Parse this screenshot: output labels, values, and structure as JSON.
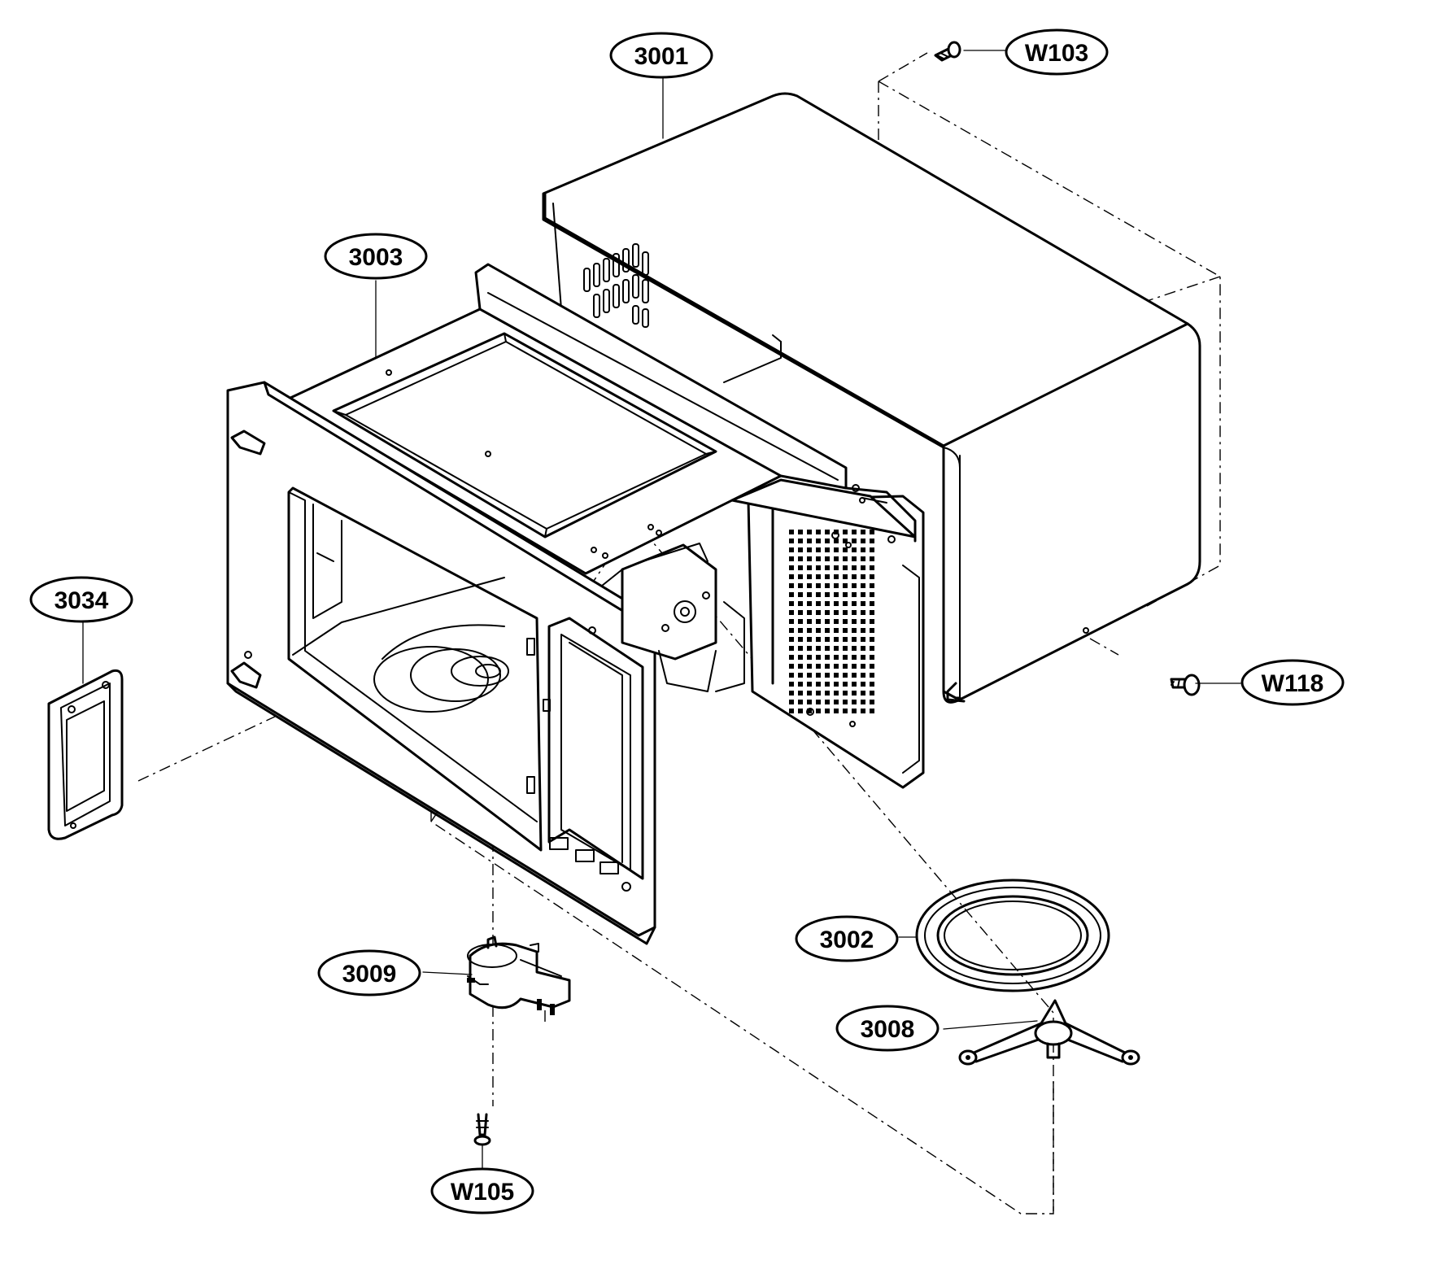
{
  "callouts": [
    {
      "id": "3001",
      "label": "3001"
    },
    {
      "id": "W103",
      "label": "W103"
    },
    {
      "id": "3003",
      "label": "3003"
    },
    {
      "id": "3034",
      "label": "3034"
    },
    {
      "id": "W118",
      "label": "W118"
    },
    {
      "id": "3002",
      "label": "3002"
    },
    {
      "id": "3008",
      "label": "3008"
    },
    {
      "id": "3009",
      "label": "3009"
    },
    {
      "id": "W105",
      "label": "W105"
    }
  ],
  "parts": [
    {
      "id": "3001",
      "name": "outer-case-cabinet"
    },
    {
      "id": "3003",
      "name": "oven-cavity-assembly"
    },
    {
      "id": "3034",
      "name": "waveguide-cover"
    },
    {
      "id": "3002",
      "name": "turntable-glass-tray"
    },
    {
      "id": "3008",
      "name": "roller-guide-support"
    },
    {
      "id": "3009",
      "name": "turntable-drive-motor"
    },
    {
      "id": "W103",
      "name": "screw"
    },
    {
      "id": "W118",
      "name": "screw"
    },
    {
      "id": "W105",
      "name": "screw"
    }
  ],
  "style": {
    "line_color": "#000000",
    "background": "#ffffff"
  }
}
